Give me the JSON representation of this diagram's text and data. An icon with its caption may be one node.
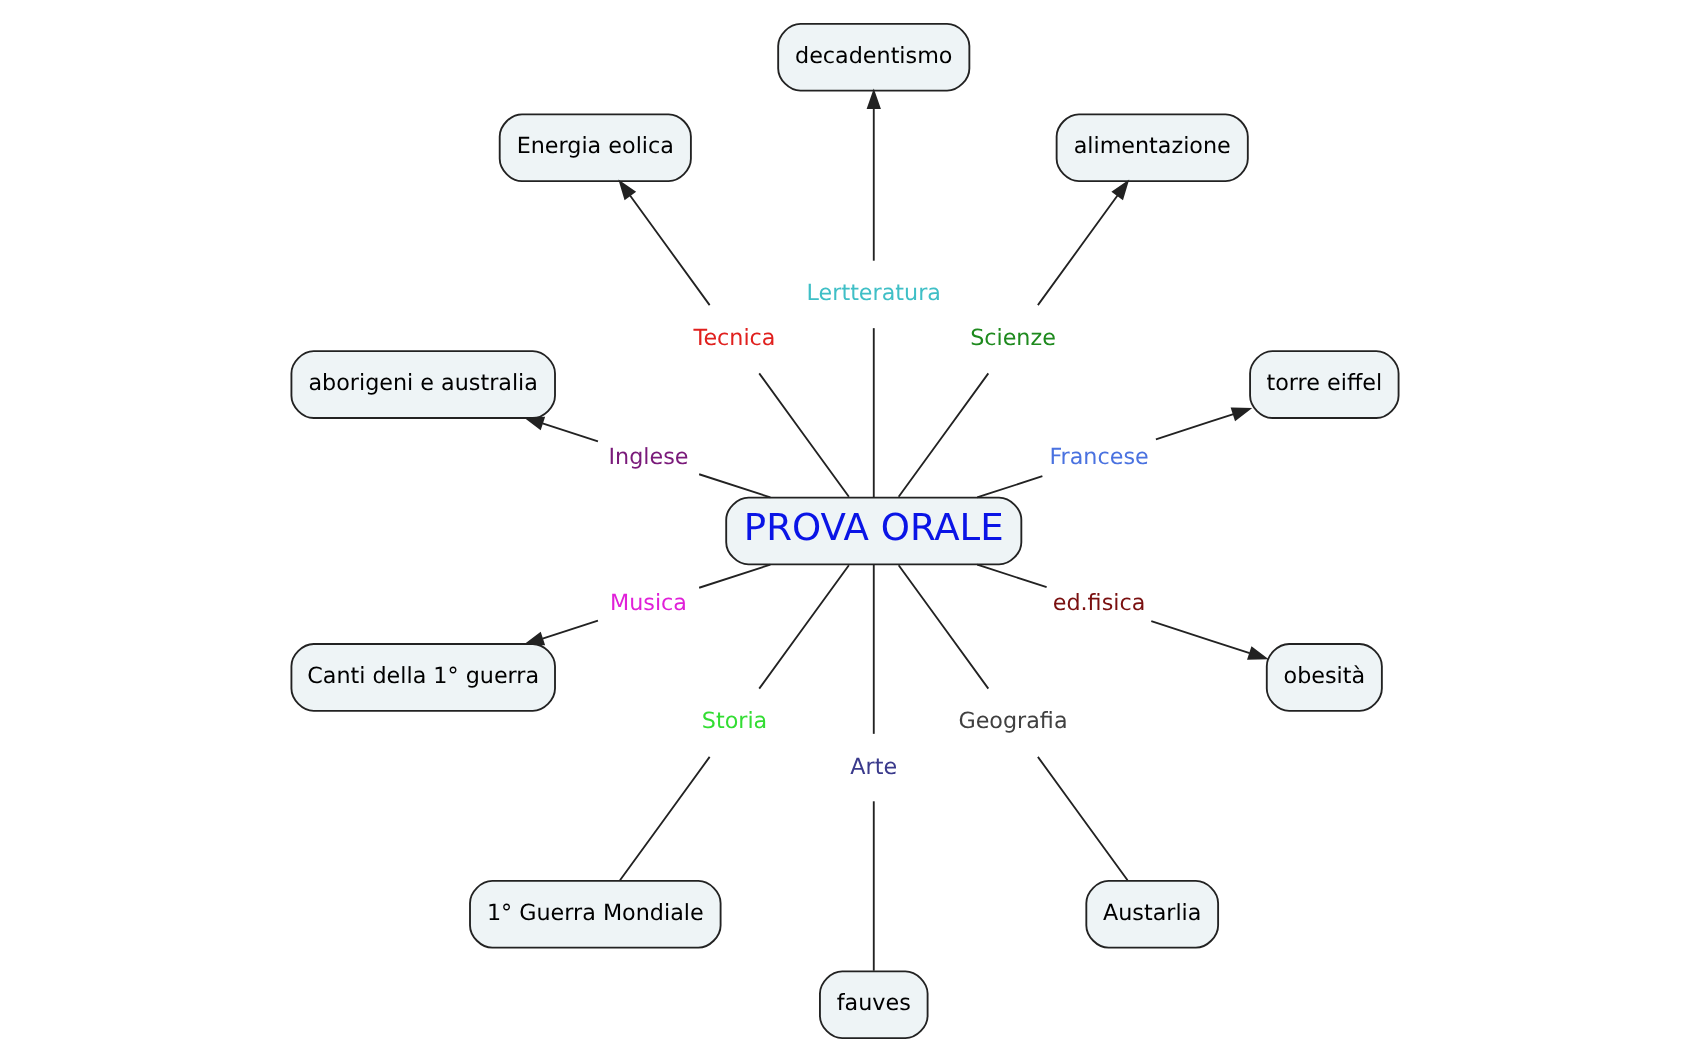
{
  "diagram": {
    "nodes": [
      {
        "text": [
          "Energia eolica"
        ]
      },
      {
        "text": [
          "decadentismo"
        ]
      },
      {
        "text": [
          "alimentazione"
        ]
      },
      {
        "text": [
          "aborigeni e australia"
        ]
      },
      {
        "text": [
          "Tecnica"
        ]
      },
      {
        "text": [
          "Lertteratura"
        ]
      },
      {
        "text": [
          "Scienze"
        ]
      },
      {
        "text": [
          "Inglese"
        ]
      },
      {
        "text": [
          "Canti della 1° guerra"
        ]
      },
      {
        "text": [
          "Musica"
        ]
      },
      {
        "text": [
          "PROVA ORALE"
        ]
      },
      {
        "text": [
          "Francese"
        ]
      },
      {
        "text": [
          "torre eiffel"
        ]
      },
      {
        "text": [
          "ed.fisica"
        ]
      },
      {
        "text": [
          "Storia"
        ]
      },
      {
        "text": [
          "Arte"
        ]
      },
      {
        "text": [
          "Geografia"
        ]
      },
      {
        "text": [
          "obesità"
        ]
      },
      {
        "text": [
          "1° Guerra Mondiale"
        ]
      },
      {
        "text": [
          "fauves"
        ]
      },
      {
        "text": [
          "Austarlia"
        ]
      }
    ],
    "edges": [
      {
        "from": 10,
        "to": 4,
        "arrow": "none"
      },
      {
        "from": 4,
        "to": 0,
        "arrow": "to"
      },
      {
        "from": 10,
        "to": 5,
        "arrow": "none"
      },
      {
        "from": 5,
        "to": 1,
        "arrow": "to"
      },
      {
        "from": 10,
        "to": 6,
        "arrow": "none"
      },
      {
        "from": 6,
        "to": 2,
        "arrow": "to"
      },
      {
        "from": 10,
        "to": 7,
        "arrow": "none"
      },
      {
        "from": 7,
        "to": 3,
        "arrow": "to"
      },
      {
        "from": 10,
        "to": 9,
        "arrow": "none"
      },
      {
        "from": 9,
        "to": 8,
        "arrow": "to"
      },
      {
        "from": 10,
        "to": 11,
        "arrow": "none"
      },
      {
        "from": 11,
        "to": 12,
        "arrow": "to"
      },
      {
        "from": 10,
        "to": 13,
        "arrow": "none"
      },
      {
        "from": 13,
        "to": 17,
        "arrow": "to"
      },
      {
        "from": 10,
        "to": 14,
        "arrow": "none"
      },
      {
        "from": 14,
        "to": 18,
        "arrow": "none"
      },
      {
        "from": 10,
        "to": 15,
        "arrow": "none"
      },
      {
        "from": 15,
        "to": 19,
        "arrow": "none"
      },
      {
        "from": 10,
        "to": 16,
        "arrow": "none"
      },
      {
        "from": 16,
        "to": 20,
        "arrow": "none"
      }
    ]
  }
}
